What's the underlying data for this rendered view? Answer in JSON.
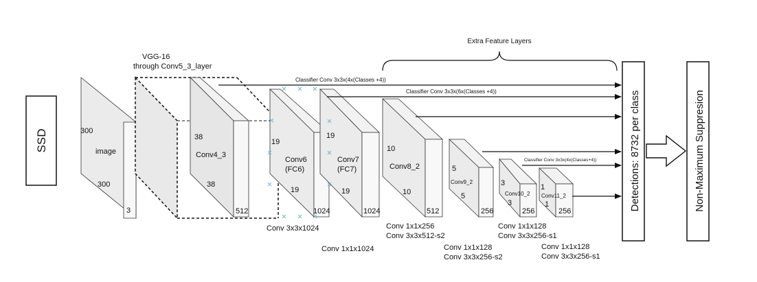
{
  "ssd_label": "SSD",
  "vgg_title_line1": "VGG-16",
  "vgg_title_line2": "through Conv5_3_layer",
  "extra_feature_layers": "Extra Feature Layers",
  "classifier_top": "Classifier Conv 3x3x(4x(Classes +4))",
  "classifier_second": "Classifier Conv 3x3x(6x(Classes +4))",
  "classifier_small": "Classifier Conv 3x3x(4x(Classes+4))",
  "detections_label": "Detections: 8732 per class",
  "nms_label": "Non-Maximum Suppresion",
  "image_block": {
    "name": "image",
    "height": "300",
    "width": "300",
    "depth": "3"
  },
  "conv4": {
    "name": "Conv4_3",
    "height": "38",
    "width": "38",
    "depth": "512"
  },
  "conv6": {
    "name_line1": "Conv6",
    "name_line2": "(FC6)",
    "height": "19",
    "width": "19",
    "depth": "1024",
    "op": "Conv 3x3x1024"
  },
  "conv7": {
    "name_line1": "Conv7",
    "name_line2": "(FC7)",
    "height": "19",
    "width": "19",
    "depth": "1024",
    "op": "Conv 1x1x1024"
  },
  "conv8": {
    "name": "Conv8_2",
    "height": "10",
    "width": "10",
    "depth": "512",
    "op_line1": "Conv 1x1x256",
    "op_line2": "Conv 3x3x512-s2"
  },
  "conv9": {
    "name": "Conv9_2",
    "height": "5",
    "width": "5",
    "depth": "256",
    "op_line1": "Conv 1x1x128",
    "op_line2": "Conv 3x3x256-s2"
  },
  "conv10": {
    "name": "Conv10_2",
    "height": "3",
    "width": "3",
    "depth": "256",
    "op_line1": "Conv 1x1x128",
    "op_line2": "Conv 3x3x256-s1"
  },
  "conv11": {
    "name": "Conv11_2",
    "height": "1",
    "width": "1",
    "depth": "256",
    "op_line1": "Conv 1x1x128",
    "op_line2": "Conv 3x3x256-s1"
  },
  "colors": {
    "front": "#ebebeb",
    "side": "#f6f6f6",
    "top": "#f0f0f0",
    "stroke": "#333333",
    "marker": "#6fb7d8"
  }
}
